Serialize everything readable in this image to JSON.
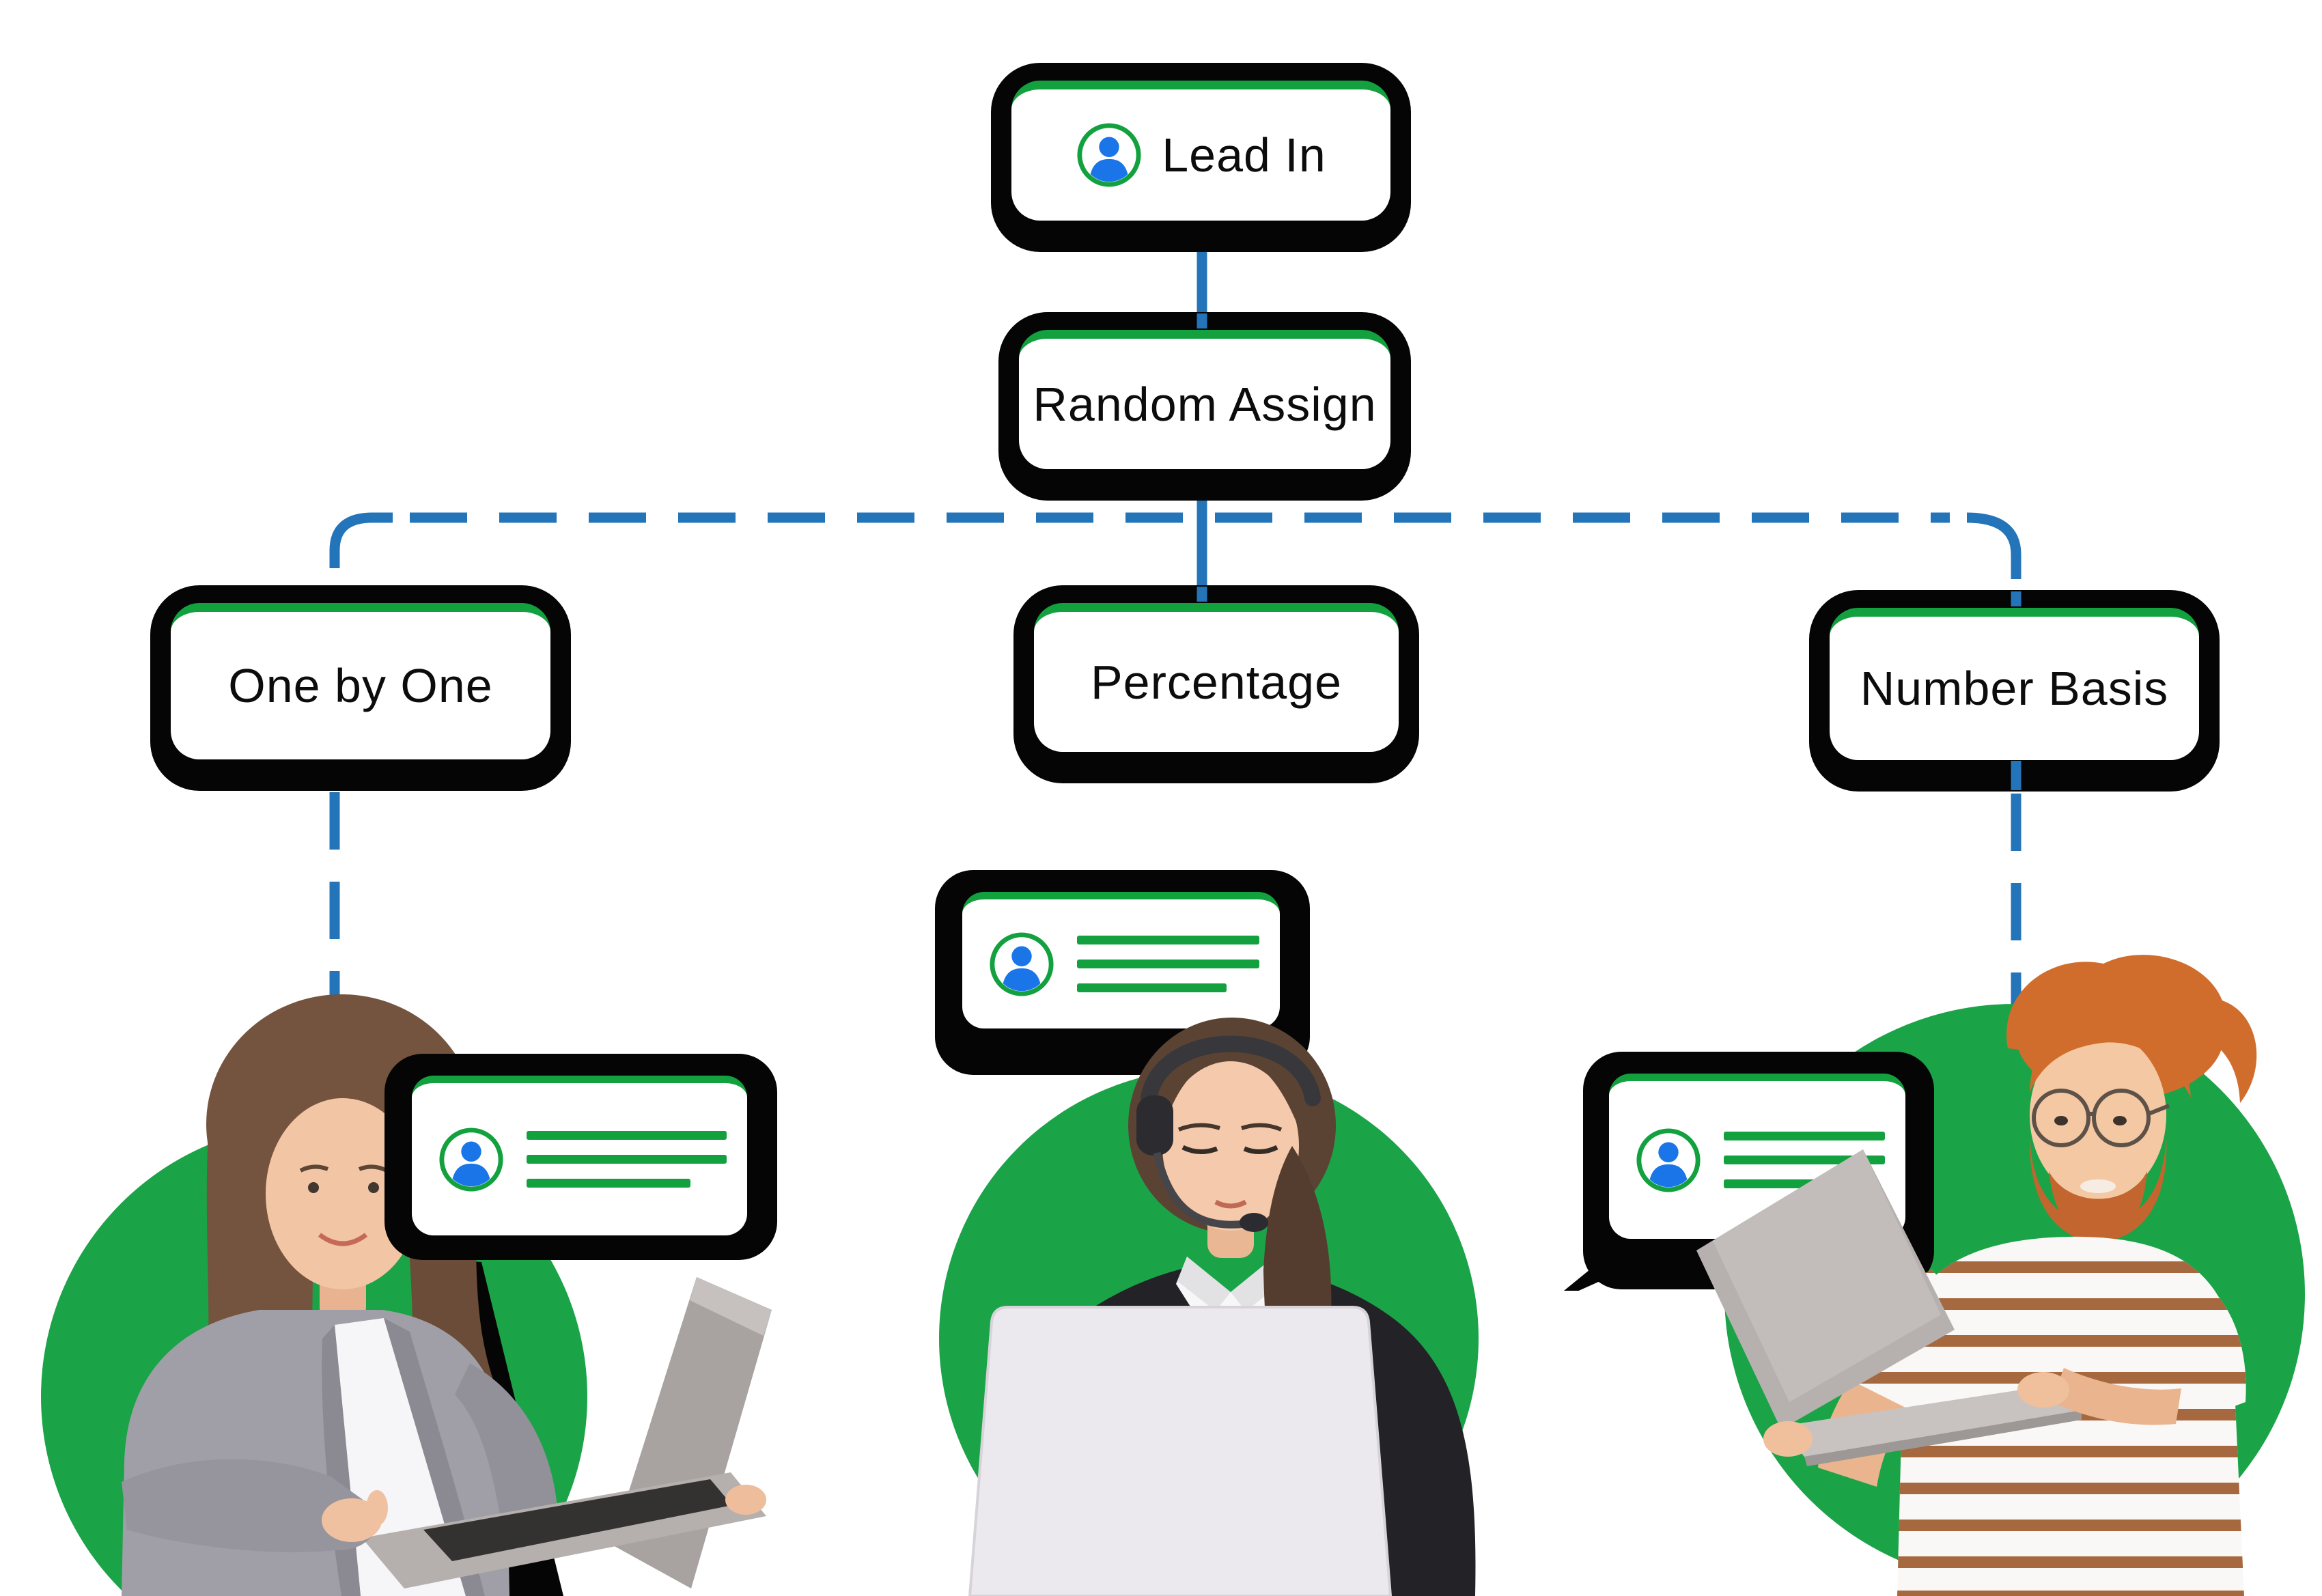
{
  "page": {
    "title": "Lead assignment flow diagram",
    "background": "#ffffff"
  },
  "flow": {
    "nodes": [
      {
        "id": "lead-in",
        "label": "Lead In",
        "icon": "user-icon"
      },
      {
        "id": "random-assign",
        "label": "Random Assign"
      },
      {
        "id": "one-by-one",
        "label": "One by One"
      },
      {
        "id": "percentage",
        "label": "Percentage"
      },
      {
        "id": "number-basis",
        "label": "Number Basis"
      }
    ],
    "connectors": {
      "solid": [
        {
          "from": "lead-in",
          "to": "random-assign"
        },
        {
          "from": "random-assign",
          "to": "percentage"
        }
      ],
      "dashed": [
        {
          "from": "random-assign",
          "to": "one-by-one"
        },
        {
          "from": "random-assign",
          "to": "number-basis"
        },
        {
          "from": "one-by-one",
          "to": "agent-one"
        },
        {
          "from": "number-basis",
          "to": "agent-three"
        }
      ],
      "color": "#2374b8",
      "dash_pattern": "84 47"
    }
  },
  "cards": [
    {
      "name": "assignee-card-one-by-one",
      "icon": "user-icon",
      "lines": 3
    },
    {
      "name": "assignee-card-percentage",
      "icon": "user-icon",
      "lines": 3
    },
    {
      "name": "assignee-card-number-basis",
      "icon": "user-icon",
      "lines": 3
    }
  ],
  "people": [
    {
      "name": "agent-one",
      "description": "woman with long brown hair in gray blazer holding laptop"
    },
    {
      "name": "agent-two",
      "description": "woman with headset in black blazer at laptop"
    },
    {
      "name": "agent-three",
      "description": "red-haired man with glasses in striped shirt holding laptop"
    }
  ],
  "colors": {
    "accent_green": "#12a13e",
    "circle_green": "#1ba348",
    "icon_blue": "#1a76e8",
    "connector_blue": "#2374b8",
    "node_black": "#050505",
    "text": "#0c0c0c",
    "background": "#ffffff"
  }
}
